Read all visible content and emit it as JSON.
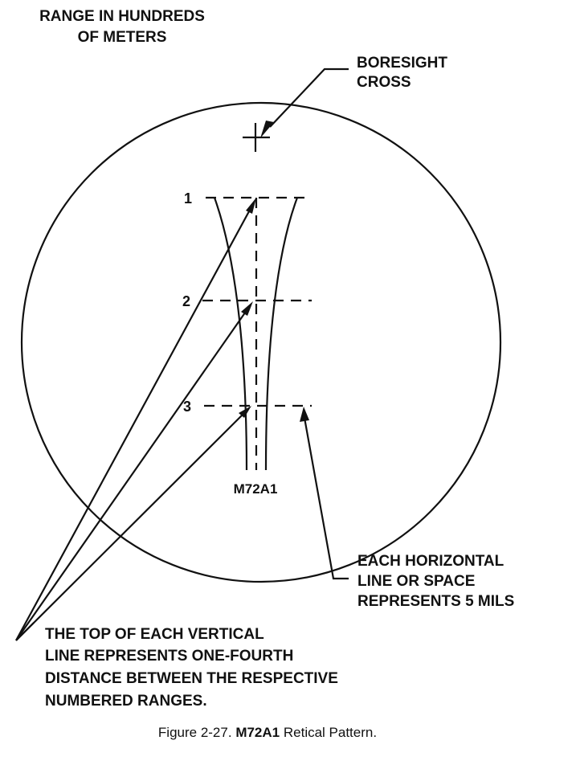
{
  "labels": {
    "range_title": [
      "RANGE IN HUNDREDS",
      "OF METERS"
    ],
    "boresight": [
      "BORESIGHT",
      "CROSS"
    ],
    "horizontal_note": [
      "EACH HORIZONTAL",
      "LINE OR SPACE",
      "REPRESENTS 5 MILS"
    ],
    "vertical_note": [
      "THE TOP OF EACH VERTICAL",
      "LINE REPRESENTS ONE-FOURTH",
      "DISTANCE BETWEEN THE RESPECTIVE",
      "NUMBERED RANGES."
    ],
    "reticle_name": "M72A1"
  },
  "ranges": [
    "1",
    "2",
    "3"
  ],
  "caption": {
    "prefix": "Figure 2-27.",
    "title": "M72A1",
    "suffix": "Retical Pattern."
  }
}
